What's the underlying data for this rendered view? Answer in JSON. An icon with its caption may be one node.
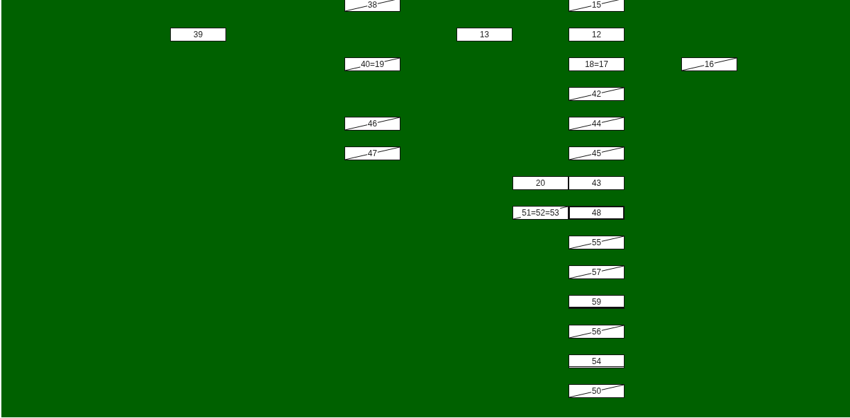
{
  "diagram": {
    "nodes": [
      {
        "text": [
          "38"
        ]
      },
      {
        "text": [
          "15"
        ]
      },
      {
        "text": [
          "39"
        ]
      },
      {
        "text": [
          "13"
        ]
      },
      {
        "text": [
          "12"
        ]
      },
      {
        "text": [
          "40=19"
        ]
      },
      {
        "text": [
          "18=17"
        ]
      },
      {
        "text": [
          "16"
        ]
      },
      {
        "text": [
          "42"
        ]
      },
      {
        "text": [
          "46"
        ]
      },
      {
        "text": [
          "44"
        ]
      },
      {
        "text": [
          "47"
        ]
      },
      {
        "text": [
          "45"
        ]
      },
      {
        "text": [
          "20"
        ]
      },
      {
        "text": [
          "43"
        ]
      },
      {
        "text": [
          "51=52=53"
        ]
      },
      {
        "text": [
          "48"
        ]
      },
      {
        "text": [
          "55"
        ]
      },
      {
        "text": [
          "57"
        ]
      },
      {
        "text": [
          "59"
        ]
      },
      {
        "text": [
          "56"
        ]
      },
      {
        "text": [
          "54"
        ]
      },
      {
        "text": [
          "50"
        ]
      }
    ]
  }
}
